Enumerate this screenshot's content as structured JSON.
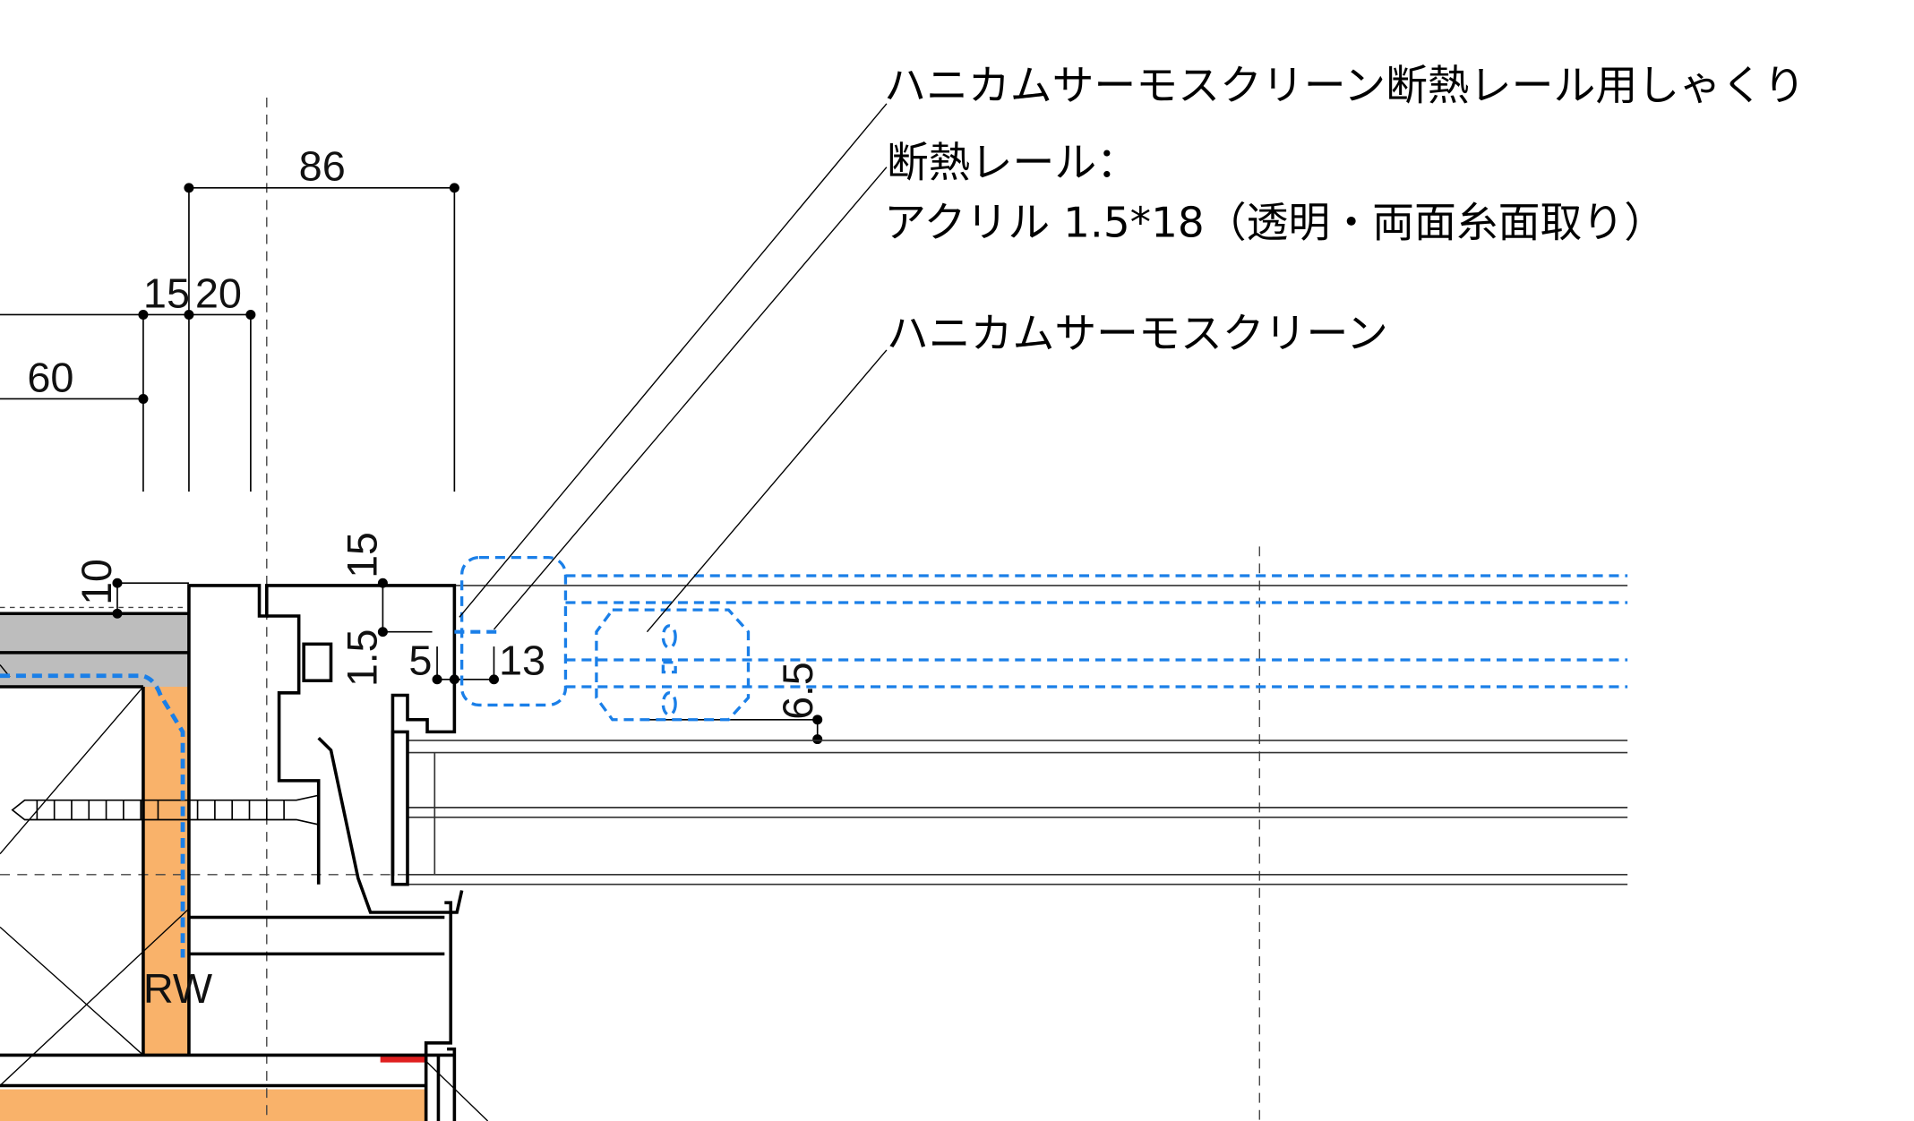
{
  "annotations": {
    "shakuri": "ハニカムサーモスクリーン断熱レール用しゃくり",
    "rail_label": "断熱レール：",
    "rail_spec": "アクリル 1.5*18（透明・両面糸面取り）",
    "screen": "ハニカムサーモスクリーン"
  },
  "dimensions": {
    "d86": "86",
    "d15": "15",
    "d20": "20",
    "d60": "60",
    "d10": "10",
    "d15_vert": "15",
    "d1_5": "1.5",
    "d5": "5",
    "d13": "13",
    "d6_5": "6.5"
  },
  "material_label": "RW",
  "colors": {
    "insulation": "#f9b26a",
    "concrete": "#bdbdbd",
    "screen_outline": "#1a7fe8",
    "seal": "#e02020"
  }
}
